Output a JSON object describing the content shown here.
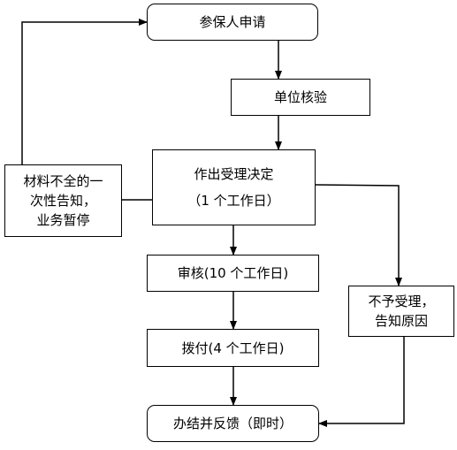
{
  "nodes": {
    "apply": {
      "label": "参保人申请"
    },
    "verify": {
      "label": "单位核验"
    },
    "decide": {
      "line1": "作出受理决定",
      "line2": "（1 个工作日）"
    },
    "notify_materials": {
      "line1": "材料不全的一",
      "line2": "次性告知，",
      "line3": "业务暂停"
    },
    "review": {
      "label": "审核(10 个工作日)"
    },
    "pay": {
      "label": "拨付(4 个工作日)"
    },
    "reject": {
      "line1": "不予受理，",
      "line2": "告知原因"
    },
    "finish": {
      "label": "办结并反馈（即时）"
    }
  },
  "edges": [
    {
      "from": "apply",
      "to": "verify"
    },
    {
      "from": "verify",
      "to": "decide"
    },
    {
      "from": "decide",
      "to": "notify_materials"
    },
    {
      "from": "notify_materials",
      "to": "apply"
    },
    {
      "from": "decide",
      "to": "review"
    },
    {
      "from": "decide",
      "to": "reject"
    },
    {
      "from": "review",
      "to": "pay"
    },
    {
      "from": "pay",
      "to": "finish"
    },
    {
      "from": "reject",
      "to": "finish"
    }
  ],
  "colors": {
    "stroke": "#000000",
    "background": "#ffffff"
  }
}
